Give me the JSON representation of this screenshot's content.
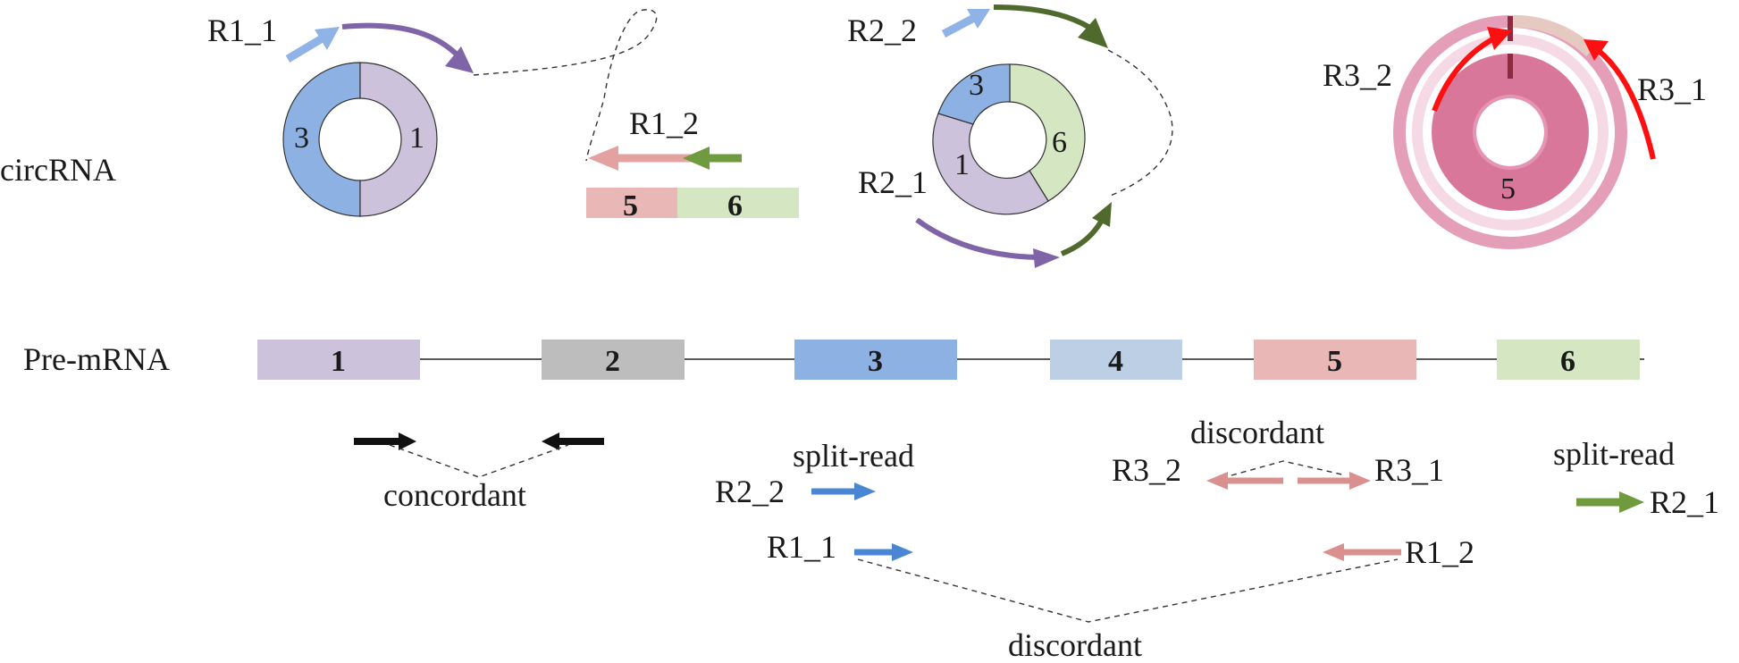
{
  "colors": {
    "exon1": "#ccc2dc",
    "exon2": "#bdbdbd",
    "exon3": "#8eb1e3",
    "exon4": "#bccfe5",
    "exon5": "#e9b8b6",
    "exon6": "#d5e6c2",
    "read_blue": "#4a86d4",
    "read_lightblue": "#8fb3e6",
    "read_purple": "#8064a8",
    "read_green": "#5a7a35",
    "read_pink": "#d9908e",
    "read_red": "#ff1010",
    "circ3_ring": "#dc7ea0"
  },
  "section_labels": {
    "circrna": "circRNA",
    "premrna": "Pre-mRNA"
  },
  "exons": [
    {
      "label": "1"
    },
    {
      "label": "2"
    },
    {
      "label": "3"
    },
    {
      "label": "4"
    },
    {
      "label": "5"
    },
    {
      "label": "6"
    }
  ],
  "circ1": {
    "segments": [
      "3",
      "1"
    ],
    "read_a": "R1_1",
    "read_b": "R1_2",
    "linear_segments": [
      "5",
      "6"
    ]
  },
  "circ2": {
    "segments": [
      "3",
      "6",
      "1"
    ],
    "read_a": "R2_2",
    "read_b": "R2_1"
  },
  "circ3": {
    "segment": "5",
    "read_a": "R3_2",
    "read_b": "R3_1"
  },
  "annotations": {
    "concordant": "concordant",
    "split_read_left": "split-read",
    "split_read_right": "split-read",
    "discordant_top": "discordant",
    "discordant_bottom": "discordant",
    "r2_2": "R2_2",
    "r1_1": "R1_1",
    "r3_2": "R3_2",
    "r3_1": "R3_1",
    "r1_2": "R1_2",
    "r2_1": "R2_1"
  }
}
